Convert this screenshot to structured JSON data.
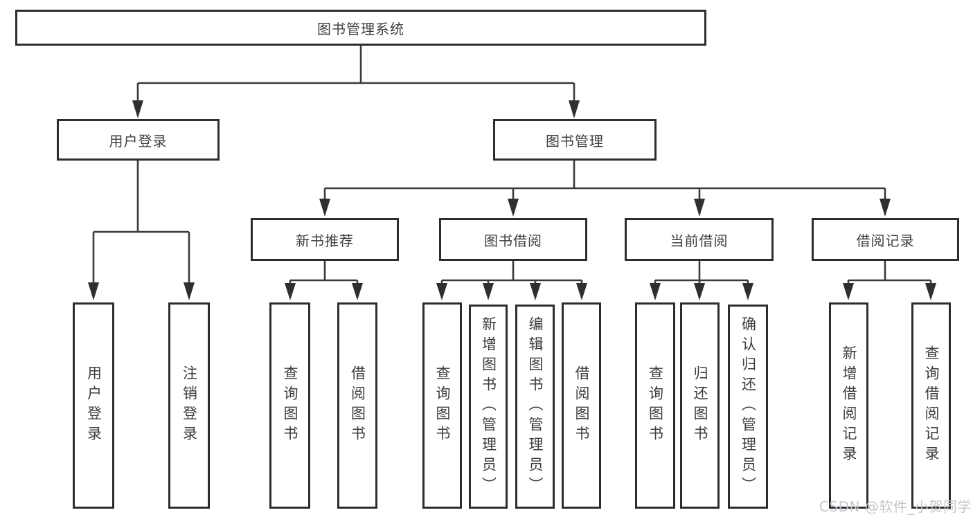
{
  "tree": {
    "root": {
      "label": "图书管理系统"
    },
    "branches": [
      {
        "label": "用户登录",
        "children": [
          {
            "label": "用户登录"
          },
          {
            "label": "注销登录"
          }
        ]
      },
      {
        "label": "图书管理",
        "children": [
          {
            "label": "新书推荐",
            "children": [
              {
                "label": "查询图书"
              },
              {
                "label": "借阅图书"
              }
            ]
          },
          {
            "label": "图书借阅",
            "children": [
              {
                "label": "查询图书"
              },
              {
                "label": "新增图书（管理员）"
              },
              {
                "label": "编辑图书（管理员）"
              },
              {
                "label": "借阅图书"
              }
            ]
          },
          {
            "label": "当前借阅",
            "children": [
              {
                "label": "查询图书"
              },
              {
                "label": "归还图书"
              },
              {
                "label": "确认归还（管理员）"
              }
            ]
          },
          {
            "label": "借阅记录",
            "children": [
              {
                "label": "新增借阅记录"
              },
              {
                "label": "查询借阅记录"
              }
            ]
          }
        ]
      }
    ]
  },
  "watermark": {
    "text": "CSDN @软件_小贺同学"
  },
  "colors": {
    "background": "#ffffff",
    "box_border": "#2d2d2d",
    "line": "#3a3a3a",
    "text": "#3d3d3d",
    "watermark": "#c6c8ce"
  }
}
